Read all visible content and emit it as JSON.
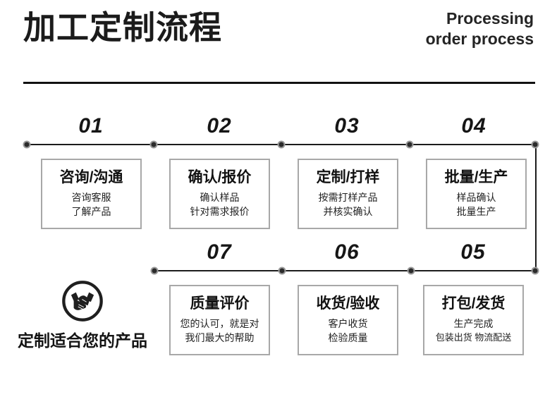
{
  "header": {
    "title_cn": "加工定制流程",
    "title_en_line1": "Processing",
    "title_en_line2": "order process"
  },
  "badge": {
    "icon": "handshake-icon",
    "label": "定制适合您的产品"
  },
  "colors": {
    "text": "#1a1a1a",
    "rule": "#111111",
    "rail": "#1c1c1c",
    "box_border": "#a8a8a8",
    "dot_fill": "#2b2b2b",
    "dot_ring": "#9a9a9a",
    "background": "#ffffff"
  },
  "steps": [
    {
      "number": "01",
      "title": "咨询/沟通",
      "line1": "咨询客服",
      "line2": "了解产品",
      "row": 1
    },
    {
      "number": "02",
      "title": "确认/报价",
      "line1": "确认样品",
      "line2": "针对需求报价",
      "row": 1
    },
    {
      "number": "03",
      "title": "定制/打样",
      "line1": "按需打样产品",
      "line2": "并核实确认",
      "row": 1
    },
    {
      "number": "04",
      "title": "批量/生产",
      "line1": "样品确认",
      "line2": "批量生产",
      "row": 1
    },
    {
      "number": "05",
      "title": "打包/发货",
      "line1": "生产完成",
      "line2": "包装出货 物流配送",
      "row": 2
    },
    {
      "number": "06",
      "title": "收货/验收",
      "line1": "客户收货",
      "line2": "检验质量",
      "row": 2
    },
    {
      "number": "07",
      "title": "质量评价",
      "line1": "您的认可，就是对",
      "line2": "我们最大的帮助",
      "row": 2
    }
  ]
}
